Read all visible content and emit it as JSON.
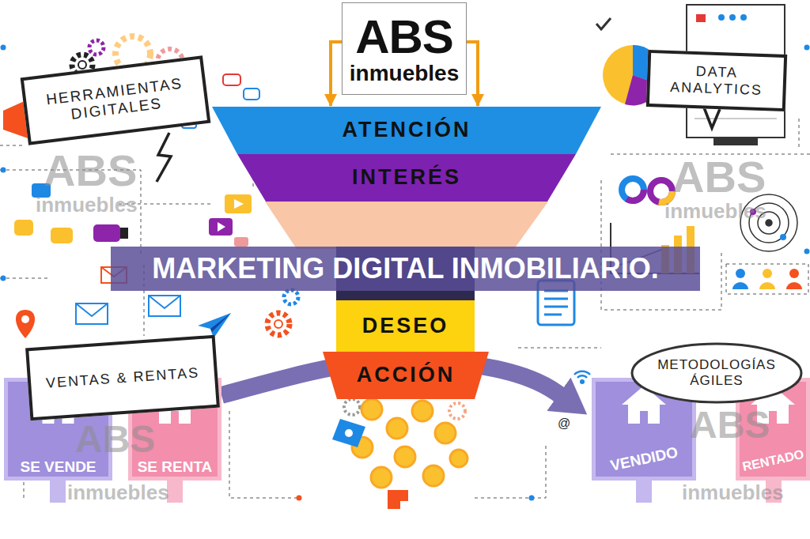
{
  "diagram": {
    "title": "MARKETING DIGITAL INMOBILIARIO.",
    "nodes": [
      {
        "text": [
          "ABS",
          "inmuebles"
        ]
      },
      {
        "text": [
          "ATENCIÓN"
        ]
      },
      {
        "text": [
          "INTERÉS"
        ]
      },
      {
        "text": [
          "DESEO"
        ]
      },
      {
        "text": [
          "ACCIÓN"
        ]
      },
      {
        "text": [
          "HERRAMIENTAS DIGITALES"
        ]
      },
      {
        "text": [
          "DATA ANALYTICS"
        ]
      },
      {
        "text": [
          "SE VENDE"
        ]
      },
      {
        "text": [
          "SE RENTA"
        ]
      },
      {
        "text": [
          "VENTAS & RENTAS"
        ]
      },
      {
        "text": [
          "METODOLOGÍAS ÁGILES"
        ]
      },
      {
        "text": [
          "VENDIDO"
        ]
      },
      {
        "text": [
          "RENTADO"
        ]
      }
    ],
    "edges": [
      {
        "from": 0,
        "to": 1,
        "arrow": "to"
      },
      {
        "from": 0,
        "to": 1,
        "arrow": "to"
      },
      {
        "from": 8,
        "to": 11,
        "arrow": "to"
      }
    ],
    "labels": [
      "ABS",
      "inmuebles",
      "ABS",
      "inmuebles",
      "ABS",
      "inmuebles",
      "ABS",
      "inmuebles",
      "@"
    ]
  }
}
